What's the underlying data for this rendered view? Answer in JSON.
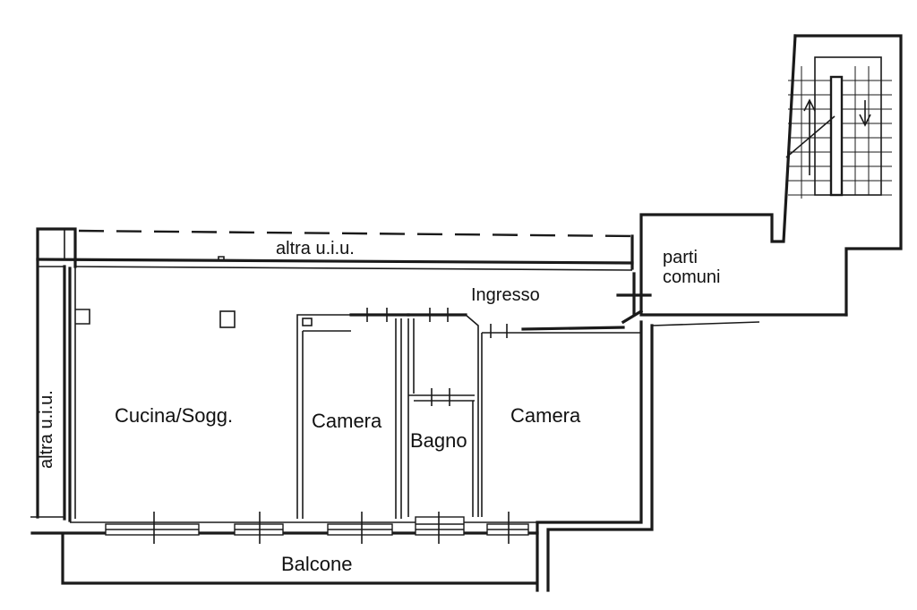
{
  "rooms": {
    "cucina": "Cucina/Sogg.",
    "camera_left": "Camera",
    "bagno": "Bagno",
    "camera_right": "Camera",
    "ingresso": "Ingresso",
    "balcone": "Balcone"
  },
  "common_areas": {
    "line1": "parti",
    "line2": "comuni"
  },
  "neighbors": {
    "top": "altra u.i.u.",
    "left": "altra u.i.u."
  },
  "colors": {
    "ink": "#1a1a1a",
    "paper": "#ffffff"
  }
}
